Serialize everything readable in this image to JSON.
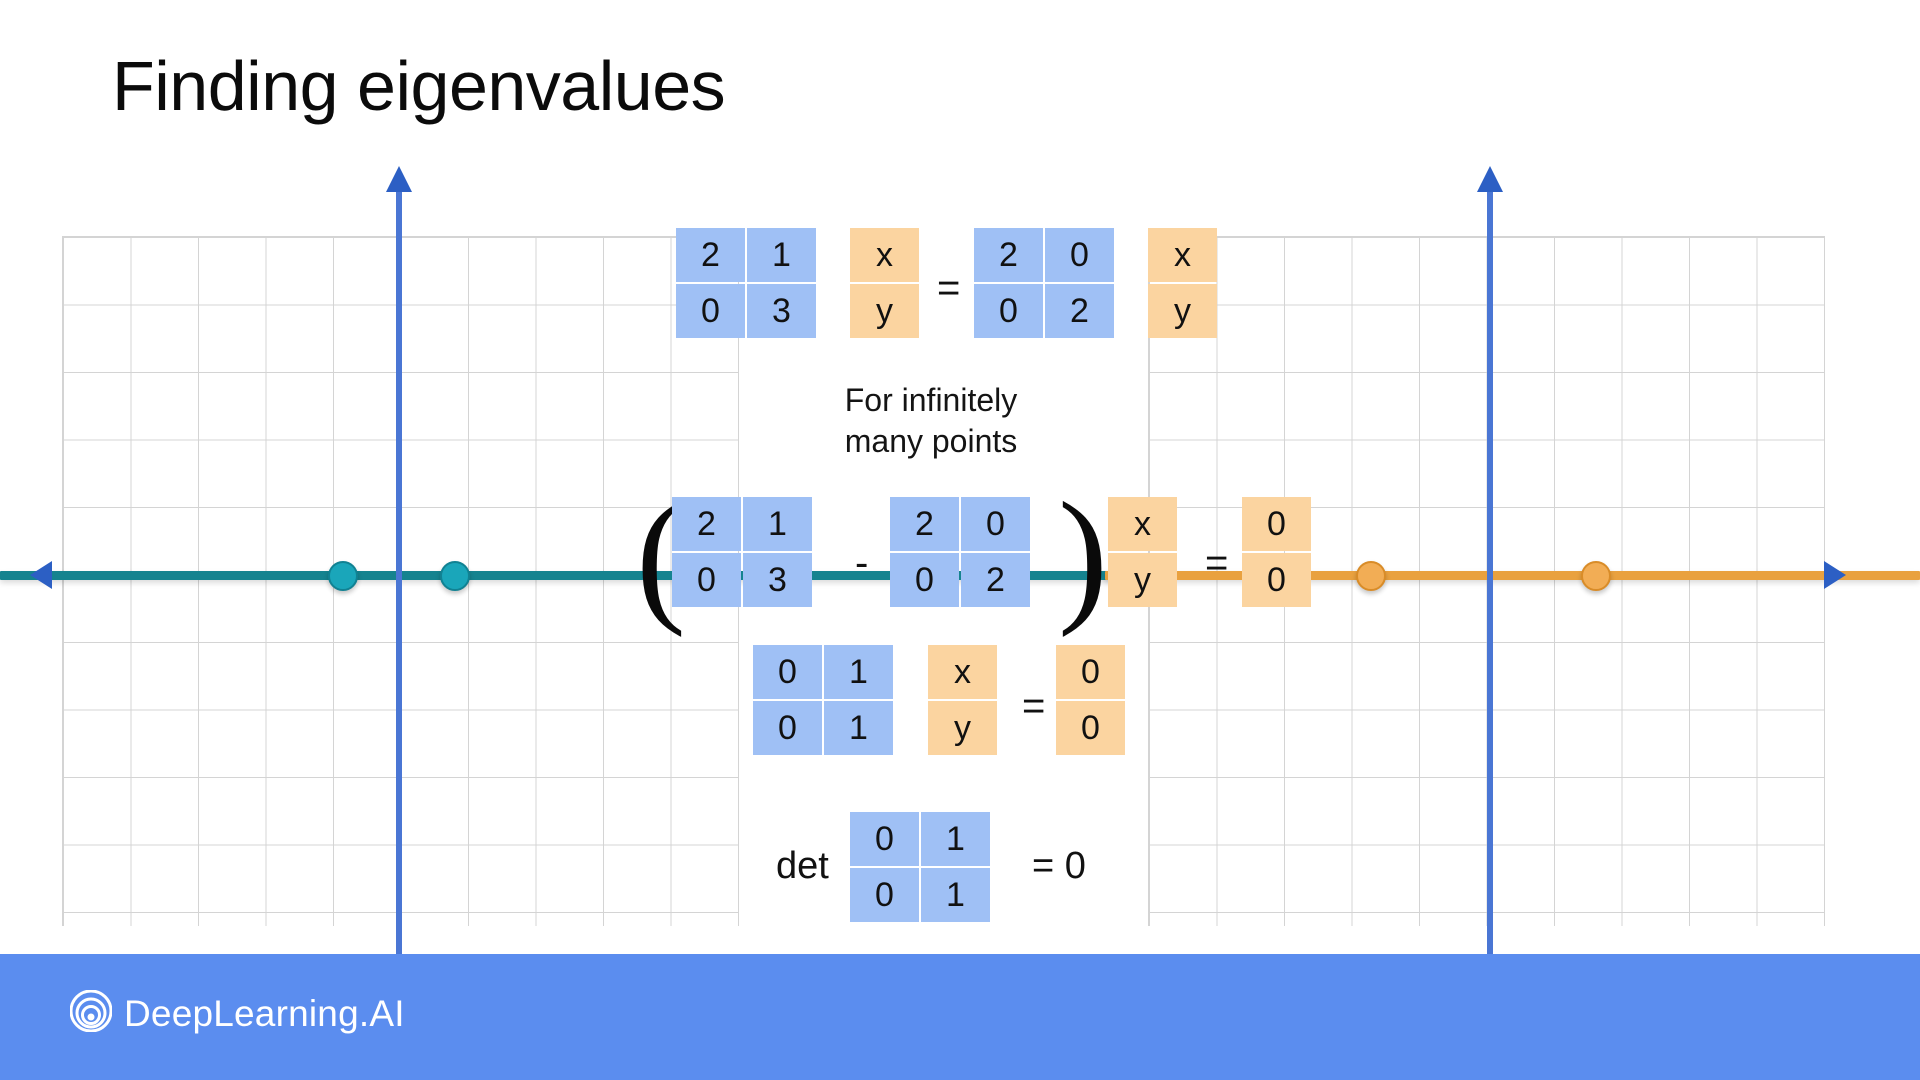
{
  "slide": {
    "title": "Finding eigenvalues",
    "background_color": "#ffffff"
  },
  "colors": {
    "matrix_blue": "#9fc0f5",
    "vector_orange": "#fbd4a0",
    "axis_teal": "#15838f",
    "axis_orange": "#e9a13f",
    "axis_blue": "#4a76d4",
    "dot_teal": "#1aa6ba",
    "dot_orange": "#f2ad55",
    "footer_blue": "#5b8def",
    "grid_line": "#d4d4d4"
  },
  "equations": {
    "eq1": {
      "name": "eigen-equation",
      "matrix_a": {
        "rows": [
          [
            "2",
            "1"
          ],
          [
            "0",
            "3"
          ]
        ]
      },
      "vector_v": {
        "rows": [
          [
            "x"
          ],
          [
            "y"
          ]
        ]
      },
      "operator": "=",
      "matrix_lambda": {
        "rows": [
          [
            "2",
            "0"
          ],
          [
            "0",
            "2"
          ]
        ]
      },
      "vector_v2": {
        "rows": [
          [
            "x"
          ],
          [
            "y"
          ]
        ]
      }
    },
    "note": "For infinitely\nmany points",
    "eq2": {
      "name": "subtraction-equation",
      "open_paren": "(",
      "matrix_a": {
        "rows": [
          [
            "2",
            "1"
          ],
          [
            "0",
            "3"
          ]
        ]
      },
      "minus": "-",
      "matrix_lambda_i": {
        "rows": [
          [
            "2",
            "0"
          ],
          [
            "0",
            "2"
          ]
        ]
      },
      "close_paren": ")",
      "vector_v": {
        "rows": [
          [
            "x"
          ],
          [
            "y"
          ]
        ]
      },
      "equals": "=",
      "vector_zero": {
        "rows": [
          [
            "0"
          ],
          [
            "0"
          ]
        ]
      }
    },
    "eq3": {
      "name": "reduced-equation",
      "matrix": {
        "rows": [
          [
            "0",
            "1"
          ],
          [
            "0",
            "1"
          ]
        ]
      },
      "vector_v": {
        "rows": [
          [
            "x"
          ],
          [
            "y"
          ]
        ]
      },
      "equals": "=",
      "vector_zero": {
        "rows": [
          [
            "0"
          ],
          [
            "0"
          ]
        ]
      }
    },
    "eq4": {
      "name": "determinant-equation",
      "det_label": "det",
      "matrix": {
        "rows": [
          [
            "0",
            "1"
          ],
          [
            "0",
            "1"
          ]
        ]
      },
      "result": "= 0"
    }
  },
  "plot": {
    "teal_line_points": [
      "dot-1",
      "dot-2"
    ],
    "orange_line_points": [
      "dot-1",
      "dot-2"
    ],
    "grid_visible": true
  },
  "footer": {
    "brand": "DeepLearning.AI",
    "logo_icon": "spiral-logo-icon"
  }
}
